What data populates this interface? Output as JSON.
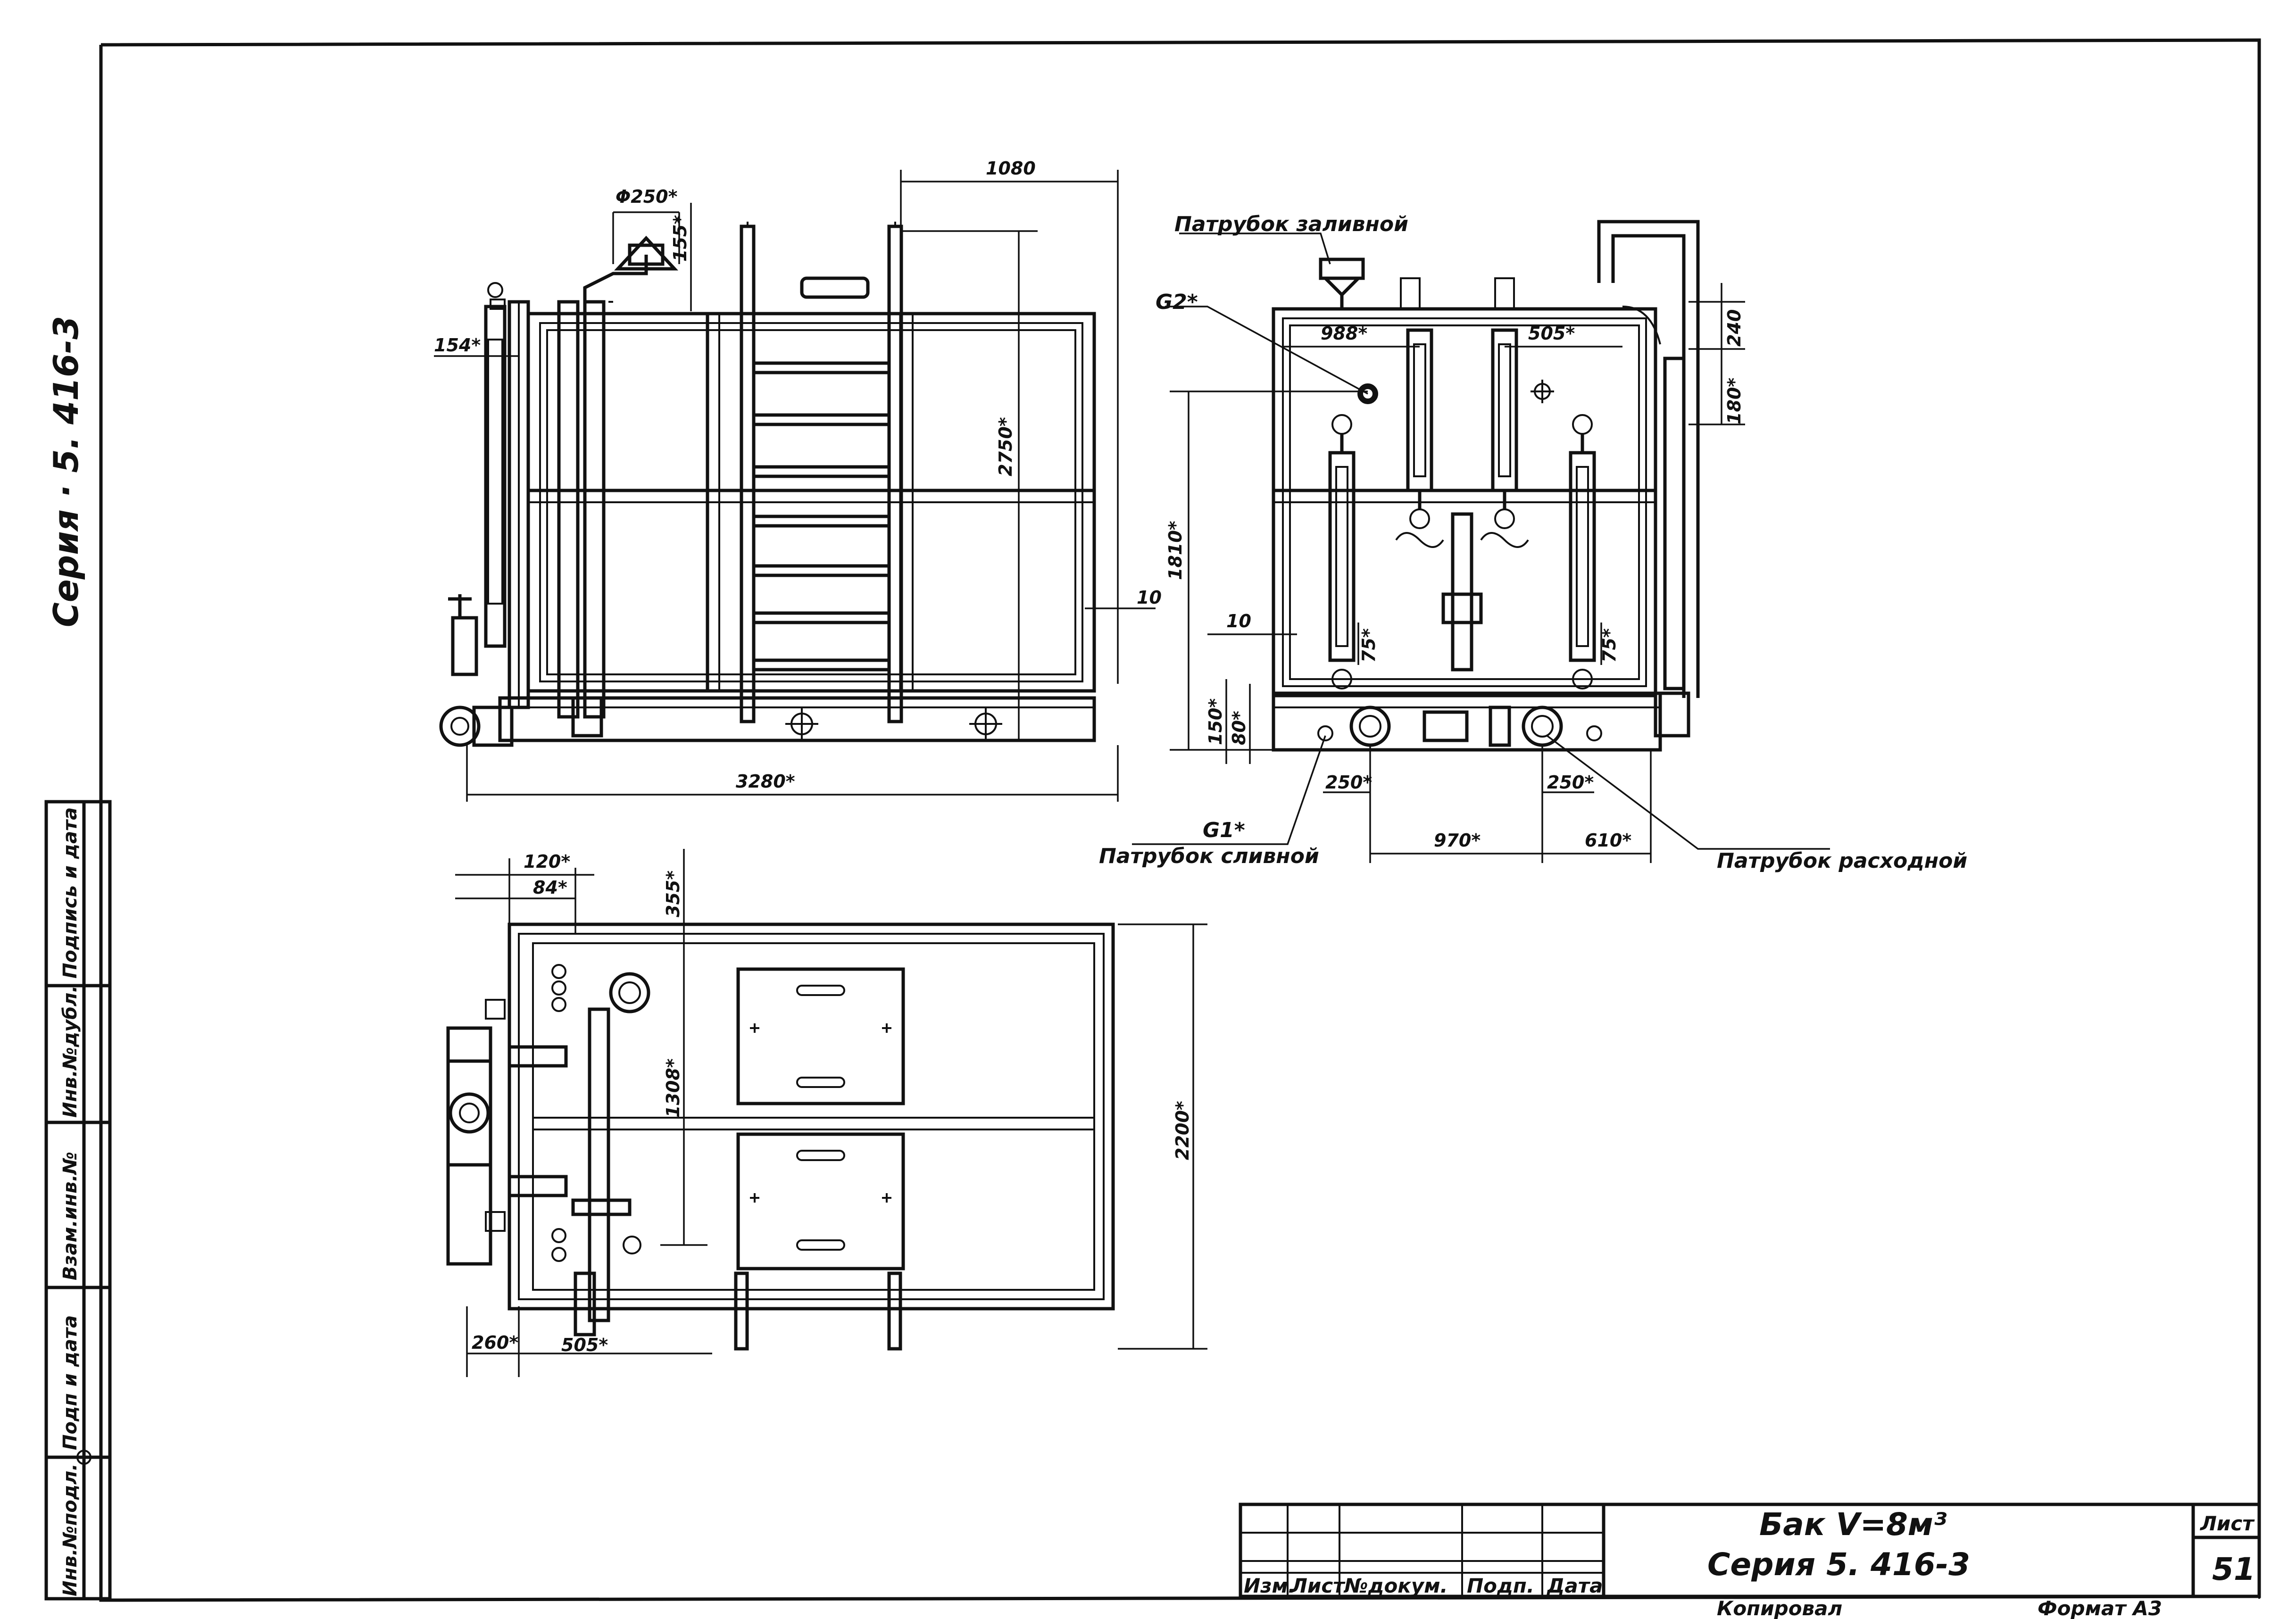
{
  "side_series": "Серия · 5. 416-3",
  "stamp_columns": [
    "Инв.№подл.",
    "Подп и дата",
    "Взам.инв.№",
    "Инв.№дубл.",
    "Подпись и дата"
  ],
  "front_view": {
    "dims": {
      "d250": "Φ250*",
      "h155": "155*",
      "w1080": "1080",
      "h2750": "2750*",
      "w3280": "3280*",
      "d154": "154*",
      "t10": "10"
    }
  },
  "side_view": {
    "labels": {
      "fill_pipe": "Патрубок заливной",
      "g2": "G2*",
      "drain_pipe": "Патрубок сливной",
      "g1": "G1*",
      "outlet_pipe": "Патрубок расходной"
    },
    "dims": {
      "d988": "988*",
      "d505": "505*",
      "d240": "240",
      "d180": "180*",
      "d1810": "1810*",
      "d10": "10",
      "d75a": "75*",
      "d75b": "75*",
      "d150": "150*",
      "d80": "80*",
      "d250a": "250*",
      "d250b": "250*",
      "d970": "970*",
      "d610": "610*"
    }
  },
  "plan_view": {
    "dims": {
      "d120": "120*",
      "d84": "84*",
      "d355": "355*",
      "d1308": "1308*",
      "d2200": "2200*",
      "d260": "260*",
      "d505": "505*"
    }
  },
  "title_block": {
    "title": "Бак V=8м³",
    "series": "Серия 5. 416-3",
    "sheet_label": "Лист",
    "sheet_number": "51",
    "col_izm": "Изм.",
    "col_list": "Лист",
    "col_doc": "№докум.",
    "col_podp": "Подп.",
    "col_date": "Дата",
    "copied": "Копировал",
    "format": "Формат A3"
  }
}
